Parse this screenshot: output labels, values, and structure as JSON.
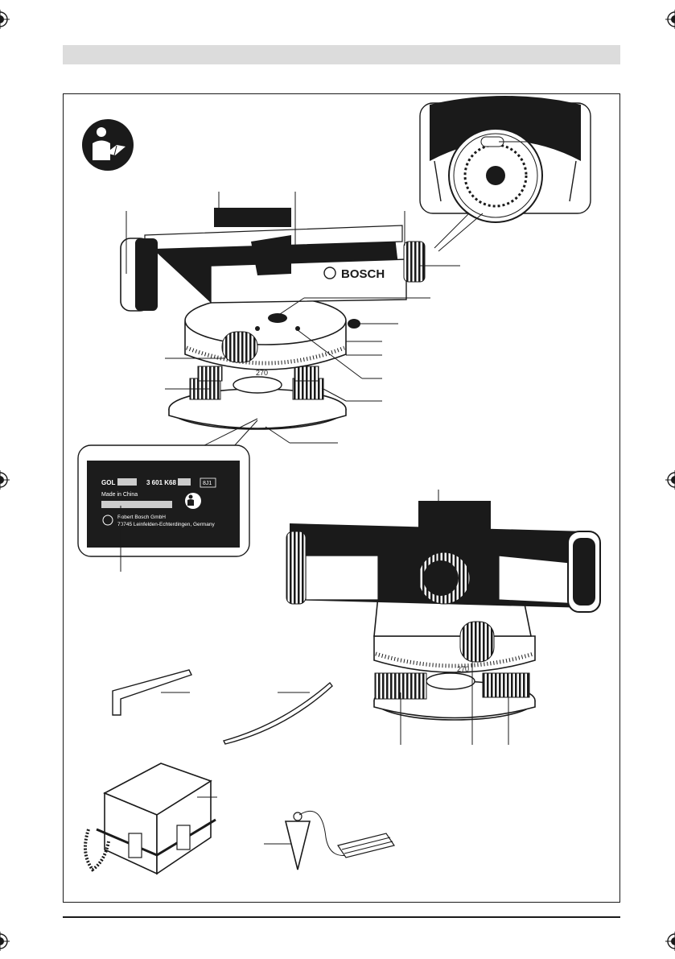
{
  "brand": {
    "logo_text": "BOSCH"
  },
  "dial": {
    "visible_label": "270"
  },
  "rating_plate": {
    "model": "GOL",
    "article_number": "3 601 K68",
    "code": "8J1",
    "origin": "Made in China",
    "company": "Robert Bosch GmbH",
    "address": "70745 Leinfelden-Echterdingen, Germany"
  },
  "colors": {
    "ink": "#1a1a1a",
    "header_gray": "#dcdcdc",
    "plate_bg": "#1c1c1c",
    "plate_text": "#ffffff"
  },
  "icons": [
    "read-manual-icon",
    "registration-mark-icon",
    "bosch-armature-icon"
  ]
}
